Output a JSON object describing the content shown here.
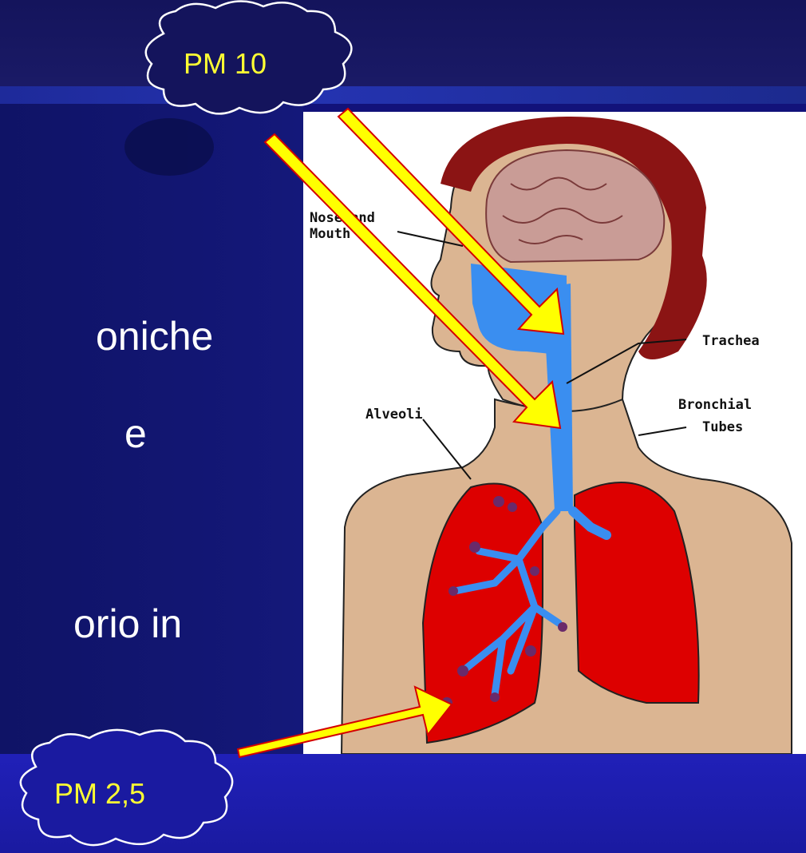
{
  "slide": {
    "text_lines": [
      "oniche",
      "e",
      "orio in"
    ]
  },
  "clouds": {
    "pm10": "PM 10",
    "pm25": "PM 2,5"
  },
  "labels": {
    "nose_top": "Nose and",
    "nose_bottom": "Mouth",
    "trachea": "Trachea",
    "alveoli": "Alveoli",
    "bronchial_top": "Bronchial",
    "bronchial_bottom": "Tubes"
  },
  "colors": {
    "background": "#12127a",
    "cloud_text": "#ffff33",
    "arrow_fill": "#ffff00",
    "arrow_outline": "#d40000",
    "airway": "#3a8ef0",
    "lung": "#dd0000",
    "skin": "#dbb592",
    "hair": "#8b1414",
    "brain": "#c99c96"
  }
}
